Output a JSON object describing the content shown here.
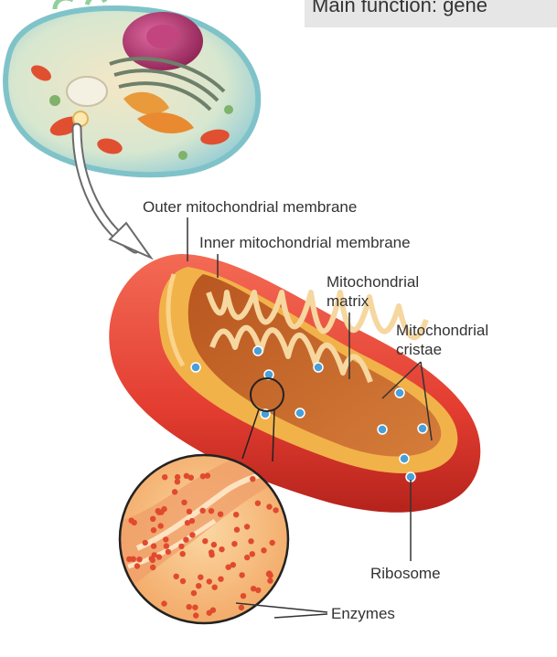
{
  "banner": {
    "text": "Main function: gene"
  },
  "labels": {
    "outer_membrane": "Outer mitochondrial membrane",
    "inner_membrane": "Inner mitochondrial membrane",
    "matrix_line1": "Mitochondrial",
    "matrix_line2": "matrix",
    "cristae_line1": "Mitochondrial",
    "cristae_line2": "cristae",
    "ribosome": "Ribosome",
    "enzymes": "Enzymes"
  },
  "colors": {
    "outer_membrane": "#e8473a",
    "inner_membrane": "#f2b24a",
    "matrix": "#c9662c",
    "cristae": "#f6d7a0",
    "ribosome": "#4a9fd8",
    "enzyme": "#e04a2e",
    "cell_membrane": "#9fd6d9",
    "nucleus": "#b0306a"
  }
}
